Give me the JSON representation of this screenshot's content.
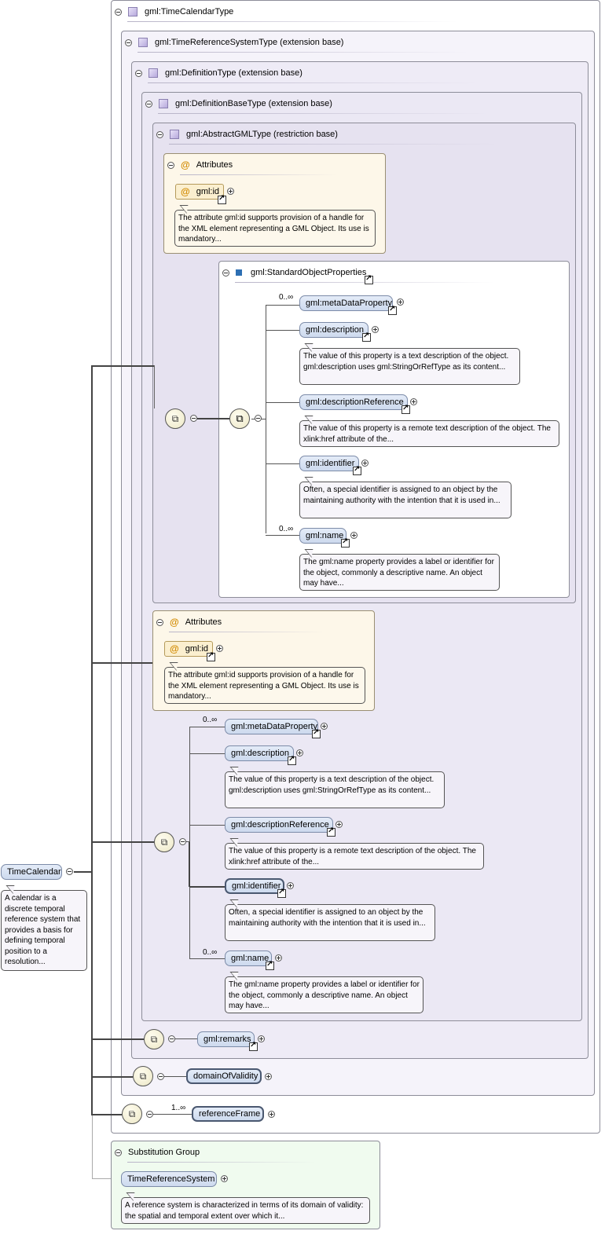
{
  "types": {
    "time_calendar_type": "gml:TimeCalendarType",
    "time_reference_system_type": "gml:TimeReferenceSystemType (extension base)",
    "definition_type": "gml:DefinitionType (extension base)",
    "definition_base_type": "gml:DefinitionBaseType (extension base)",
    "abstract_gml_type": "gml:AbstractGMLType (restriction base)"
  },
  "attributes_label": "Attributes",
  "attr_gml_id": "gml:id",
  "attr_gml_id_note": "The attribute gml:id supports provision of a handle for the XML element representing a GML Object. Its use is mandatory...",
  "group_standard_object_properties": "gml:StandardObjectProperties",
  "occ_0_inf": "0..∞",
  "occ_1_inf": "1..∞",
  "el_meta_data_property": "gml:metaDataProperty",
  "el_description": "gml:description",
  "el_description_note": "The value of this property is a text description of the object. gml:description uses gml:StringOrRefType as its content...",
  "el_description_reference": "gml:descriptionReference",
  "el_description_reference_note": "The value of this property is a remote text description of the object. The xlink:href attribute of the...",
  "el_identifier": "gml:identifier",
  "el_identifier_note": "Often, a special identifier is assigned to an object by the maintaining authority with the intention that it is used in...",
  "el_name": "gml:name",
  "el_name_note": "The gml:name property provides a label or identifier for the object, commonly a descriptive name. An object may have...",
  "el_remarks": "gml:remarks",
  "el_domain_of_validity": "domainOfValidity",
  "el_reference_frame": "referenceFrame",
  "root_element": "TimeCalendar",
  "root_note": "A calendar is a discrete temporal reference system that provides a basis for defining temporal position to a resolution...",
  "substitution_group_label": "Substitution Group",
  "subst_element": "TimeReferenceSystem",
  "subst_note": "A reference system is characterized in terms of its domain of validity: the spatial and temporal extent over which it...",
  "compositor_icon": "sequence-icon"
}
